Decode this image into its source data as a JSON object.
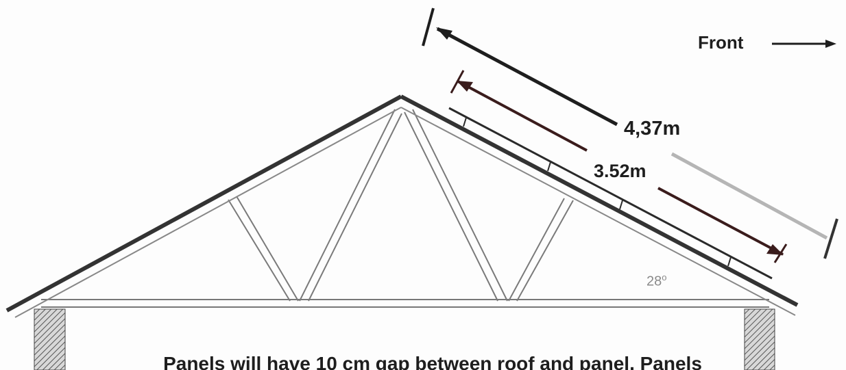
{
  "diagram": {
    "front_label": "Front",
    "dimension_outer": "4,37m",
    "dimension_inner": "3.52m",
    "roof_angle": "28",
    "roof_angle_unit": "o",
    "caption": "Panels will have 10 cm gap between roof and panel. Panels"
  },
  "colors": {
    "ink": "#1e1e1e",
    "dark_red_arrow": "#3a1c1c",
    "gray_line": "#b5b5b5",
    "truss_outline": "#777777",
    "angle_text": "#8a8a8a"
  }
}
